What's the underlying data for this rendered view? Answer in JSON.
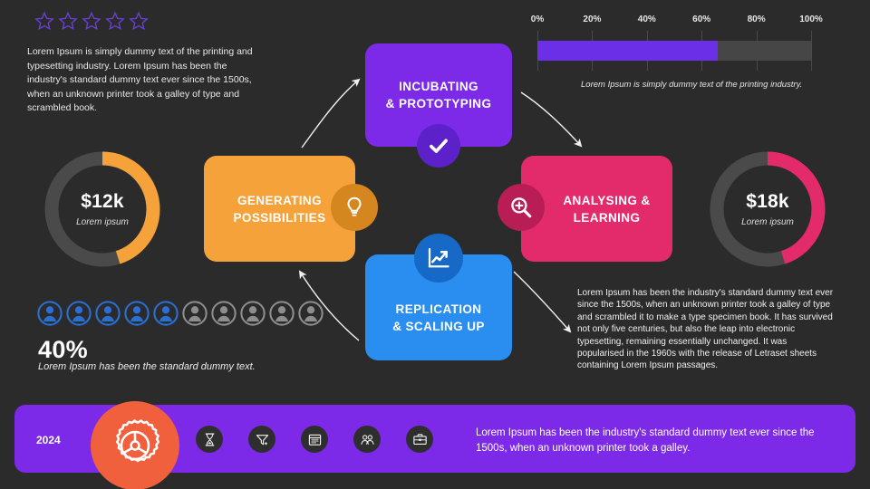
{
  "theme": {
    "background": "#2b2b2b",
    "purple": "#7c2ae8",
    "purple_dark": "#5c21c9",
    "orange": "#f5a23a",
    "orange_dark": "#d6861f",
    "pink": "#e32a6b",
    "pink_dark": "#b81e55",
    "blue": "#2a8df0",
    "blue_dark": "#1669c7",
    "gauge_track": "#4a4a4a",
    "coral": "#f0603c",
    "star_color": "#6b3fd4",
    "text_light": "#ededed"
  },
  "rating": {
    "icon": "star-outline-icon",
    "total": 5,
    "filled": 0
  },
  "intro": {
    "text": "Lorem Ipsum is simply dummy text of the printing and typesetting industry. Lorem Ipsum has been the industry's standard dummy text ever since the 1500s, when an unknown printer took a galley of type and scrambled book."
  },
  "chart_data": [
    {
      "type": "bar",
      "orientation": "horizontal",
      "title": "",
      "categories": [
        "Progress"
      ],
      "values": [
        66
      ],
      "xlabel": "",
      "ylabel": "",
      "xlim": [
        0,
        100
      ],
      "tick_labels": [
        "0%",
        "20%",
        "40%",
        "60%",
        "80%",
        "100%"
      ],
      "tick_values": [
        0,
        20,
        40,
        60,
        80,
        100
      ],
      "grid": true,
      "fill_color": "#6b2fe8",
      "track_color": "#464646",
      "caption": "Lorem Ipsum is simply dummy text of the printing industry."
    },
    {
      "type": "pie",
      "variant": "donut",
      "title": "$12k",
      "subtitle": "Lorem ipsum",
      "values": [
        45,
        55
      ],
      "labels": [
        "Value",
        "Remainder"
      ],
      "colors": [
        "#f5a23a",
        "#4a4a4a"
      ],
      "start_angle": 0
    },
    {
      "type": "pie",
      "variant": "donut",
      "title": "$18k",
      "subtitle": "Lorem ipsum",
      "values": [
        45,
        55
      ],
      "labels": [
        "Value",
        "Remainder"
      ],
      "colors": [
        "#e32a6b",
        "#4a4a4a"
      ],
      "start_angle": 0
    },
    {
      "type": "bar",
      "variant": "pictogram",
      "title": "40%",
      "categories": [
        "People"
      ],
      "values": [
        40
      ],
      "icons_total": 10,
      "icons_filled": 5,
      "icon_name": "person-icon",
      "filled_color": "#2a6fd4",
      "empty_color": "#8e8e8e",
      "caption": "Lorem Ipsum has been the standard dummy text."
    }
  ],
  "progress": {
    "ticks": [
      "0%",
      "20%",
      "40%",
      "60%",
      "80%",
      "100%"
    ],
    "tick_values": [
      0,
      20,
      40,
      60,
      80,
      100
    ],
    "fill_percent": 66,
    "caption": "Lorem Ipsum is simply dummy text of the printing industry."
  },
  "gauges": {
    "left": {
      "value": "$12k",
      "label": "Lorem ipsum",
      "percent": 45,
      "color": "#f5a23a",
      "icon": "donut-gauge-icon"
    },
    "right": {
      "value": "$18k",
      "label": "Lorem ipsum",
      "percent": 45,
      "color": "#e32a6b",
      "icon": "donut-gauge-icon"
    }
  },
  "process": {
    "boxes": [
      {
        "id": "incubating",
        "line1": "INCUBATING",
        "line2": "& PROTOTYPING",
        "color": "#7c2ae8",
        "badge_icon": "check-icon"
      },
      {
        "id": "generating",
        "line1": "GENERATING",
        "line2": "POSSIBILITIES",
        "color": "#f5a23a",
        "badge_icon": "lightbulb-icon"
      },
      {
        "id": "analysing",
        "line1": "ANALYSING &",
        "line2": "LEARNING",
        "color": "#e32a6b",
        "badge_icon": "zoom-in-icon"
      },
      {
        "id": "replication",
        "line1": "REPLICATION",
        "line2": "& SCALING UP",
        "color": "#2a8df0",
        "badge_icon": "growth-chart-icon"
      }
    ]
  },
  "people_stat": {
    "icons_total": 10,
    "icons_filled": 5,
    "percent": "40%",
    "caption": "Lorem Ipsum has been the standard dummy text."
  },
  "right_paragraph": {
    "text": "Lorem Ipsum has been the industry's standard dummy text ever since the 1500s, when an unknown printer took a galley of type and scrambled it to make a type specimen book. It has survived not only five centuries, but also the leap into electronic typesetting, remaining essentially unchanged. It was popularised in the 1960s with the release of Letraset sheets containing Lorem Ipsum passages."
  },
  "banner": {
    "year": "2024",
    "main_icon": "gear-steering-icon",
    "icons": [
      {
        "name": "hourglass-icon"
      },
      {
        "name": "funnel-icon"
      },
      {
        "name": "calendar-icon"
      },
      {
        "name": "people-group-icon"
      },
      {
        "name": "briefcase-icon"
      }
    ],
    "text": "Lorem Ipsum has been the industry's standard dummy text ever since the 1500s, when an unknown printer took a galley."
  }
}
